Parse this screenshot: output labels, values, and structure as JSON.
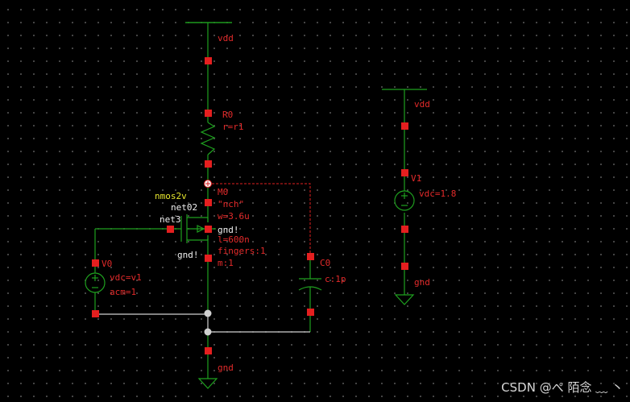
{
  "schematic": {
    "vdd_left": "vdd",
    "vdd_right": "vdd",
    "gnd_main": "gnd",
    "gnd_right": "gnd",
    "resistor": {
      "name": "R0",
      "param": "r=r1"
    },
    "mosfet": {
      "model_tag": "nmos2v",
      "name": "M0",
      "model": "\"nch\"",
      "width": "w=3.6u",
      "length": "l=600n",
      "fingers": "fingers:1",
      "multiplier": "m:1",
      "bulk_net": "gnd!"
    },
    "nets": {
      "drain": "net02",
      "gate": "net3",
      "source_bulk": "gnd!"
    },
    "source_v0": {
      "name": "V0",
      "dc": "vdc=v1",
      "ac": "acm=1"
    },
    "source_v1": {
      "name": "V1",
      "dc": "vdc=1.8"
    },
    "capacitor": {
      "name": "C0",
      "value": "c:1p"
    }
  },
  "watermark": "CSDN @ぺ 陌念 ﹏ 丶",
  "colors": {
    "background": "#000000",
    "wire": "#1fa01f",
    "pin": "#e41f1f",
    "label": "#e32a2a",
    "text": "#f0f0f0",
    "model_tag": "#e6e62e"
  }
}
